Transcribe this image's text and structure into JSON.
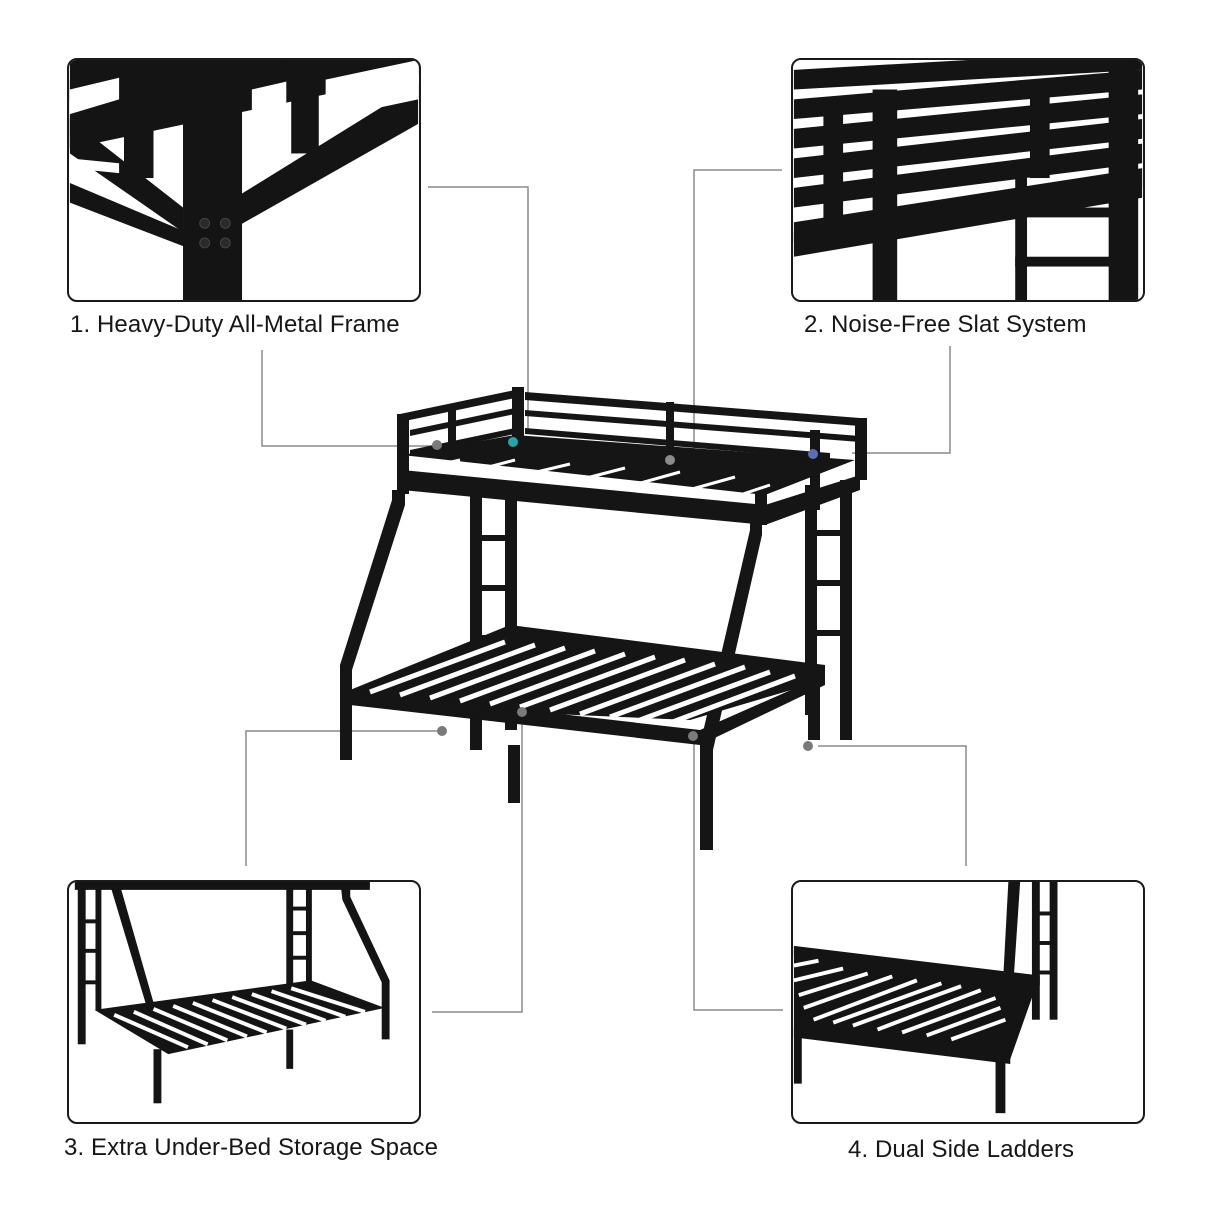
{
  "features": [
    {
      "number": "1",
      "label": "1. Heavy-Duty All-Metal Frame",
      "detail": "corner-joint-closeup"
    },
    {
      "number": "2",
      "label": "2. Noise-Free Slat System",
      "detail": "top-bunk-slats-closeup"
    },
    {
      "number": "3",
      "label": "3. Extra Under-Bed Storage Space",
      "detail": "lower-bunk-closeup"
    },
    {
      "number": "4",
      "label": "4. Dual Side Ladders",
      "detail": "side-ladder-closeup"
    }
  ],
  "main_image": {
    "subject": "twin-over-full metal bunk bed",
    "color": "#151515"
  },
  "colors": {
    "frame": "#151515",
    "callout_line": "#8a8a8a",
    "callout_dot": "#7a7a7a",
    "panel_border": "#1a1a1a",
    "background": "#ffffff"
  }
}
